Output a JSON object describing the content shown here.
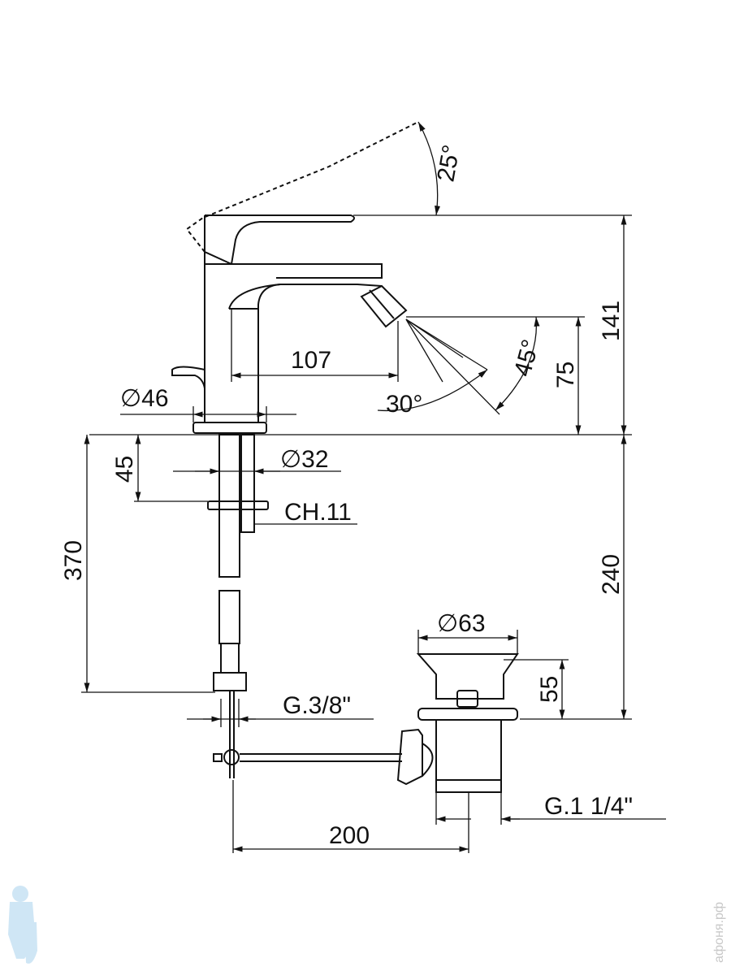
{
  "dimensions": {
    "handle_angle": "25°",
    "total_height": "141",
    "spout_height": "75",
    "spray_angle_max": "45°",
    "spray_angle_min": "30°",
    "reach": "107",
    "base_diameter": "∅46",
    "hole_diameter": "∅32",
    "deck_thickness": "45",
    "nut_wrench": "CH.11",
    "hose_length": "370",
    "waste_depth": "240",
    "popup_diameter": "∅63",
    "popup_height": "55",
    "hose_thread": "G.3/8\"",
    "waste_thread": "G.1 1/4\"",
    "rod_length": "200"
  },
  "watermark": "афоня.рф"
}
